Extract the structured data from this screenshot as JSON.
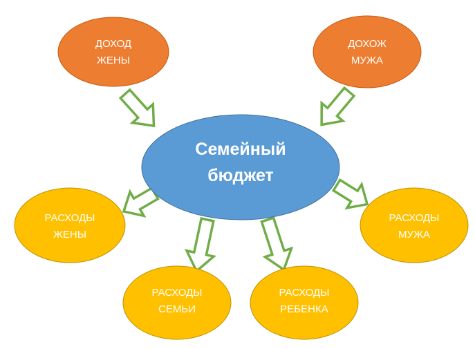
{
  "diagram": {
    "colors": {
      "income": "#ed7d31",
      "income_border": "#c55a11",
      "center": "#5b9bd5",
      "center_border": "#41719c",
      "expense": "#ffc000",
      "expense_border": "#bf9000",
      "arrow_stroke": "#70ad47",
      "arrow_fill": "#ffffff",
      "text": "#ffffff"
    },
    "center": {
      "line1": "Семейный",
      "line2": "бюджет"
    },
    "income_wife": {
      "line1": "ДОХОД",
      "line2": "ЖЕНЫ"
    },
    "income_husband": {
      "line1": "ДОХОЖ",
      "line2": "МУЖА"
    },
    "expenses_wife": {
      "line1": "РАСХОДЫ",
      "line2": "ЖЕНЫ"
    },
    "expenses_husband": {
      "line1": "РАСХОДЫ",
      "line2": "МУЖА"
    },
    "expenses_family": {
      "line1": "РАСХОДЫ",
      "line2": "СЕМЬИ"
    },
    "expenses_child": {
      "line1": "РАСХОДЫ",
      "line2": "РЕБЕНКА"
    }
  }
}
